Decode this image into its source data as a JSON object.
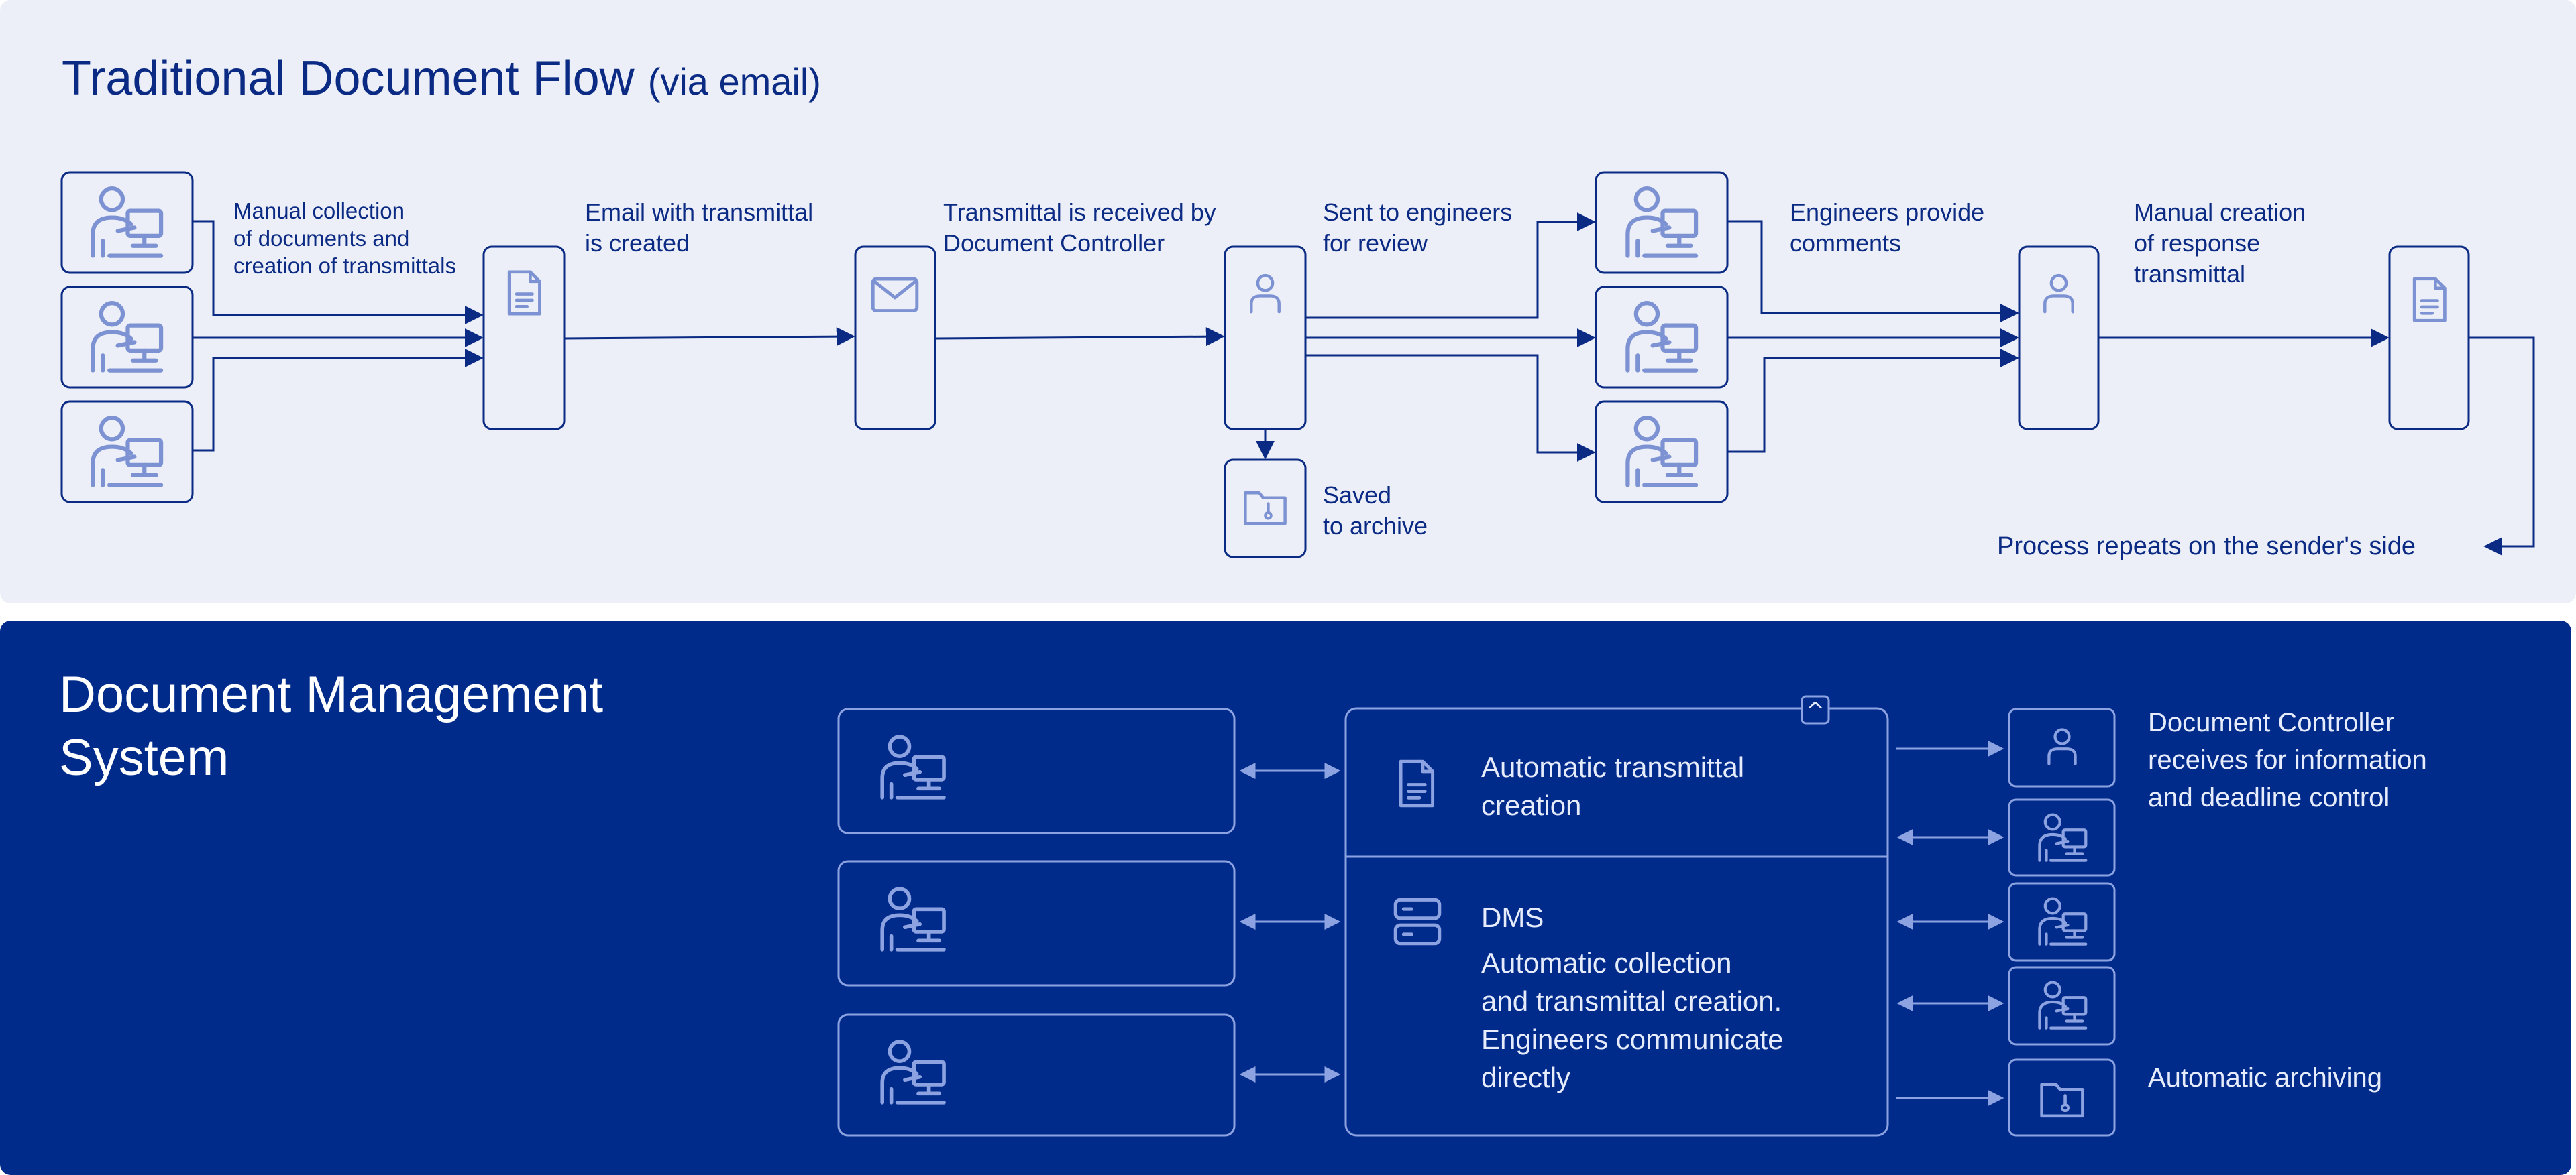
{
  "top": {
    "title": "Traditional Document Flow",
    "title_suffix": "(via email)",
    "labels": {
      "manual_collection": "Manual collection\nof documents and\ncreation of transmittals",
      "email_created": "Email with transmittal\nis created",
      "received": "Transmittal is received by\nDocument Controller",
      "sent_review": "Sent to engineers\nfor review",
      "saved": "Saved\nto archive",
      "engineers_comments": "Engineers provide\ncomments",
      "manual_response": "Manual creation\nof response\ntransmittal",
      "repeats": "Process repeats on the sender's side"
    }
  },
  "bottom": {
    "title": "Document Management System",
    "auto_transmittal": "Automatic transmittal\ncreation",
    "dms": "DMS",
    "dms_desc": "Automatic collection\nand transmittal creation.\nEngineers communicate\ndirectly",
    "controller_info": "Document Controller\nreceives for information\nand deadline control",
    "auto_archiving": "Automatic archiving",
    "collapse_glyph": "^"
  },
  "colors": {
    "navy": "#0a2a84",
    "icon_blue": "#7d92d2",
    "top_bg": "#eceff7",
    "bottom_bg": "#002b8b",
    "bottom_line": "#8da2e0"
  },
  "icons": [
    "engineer-icon",
    "document-icon",
    "envelope-icon",
    "person-icon",
    "archive-folder-icon",
    "server-icon",
    "chevron-up-icon"
  ]
}
